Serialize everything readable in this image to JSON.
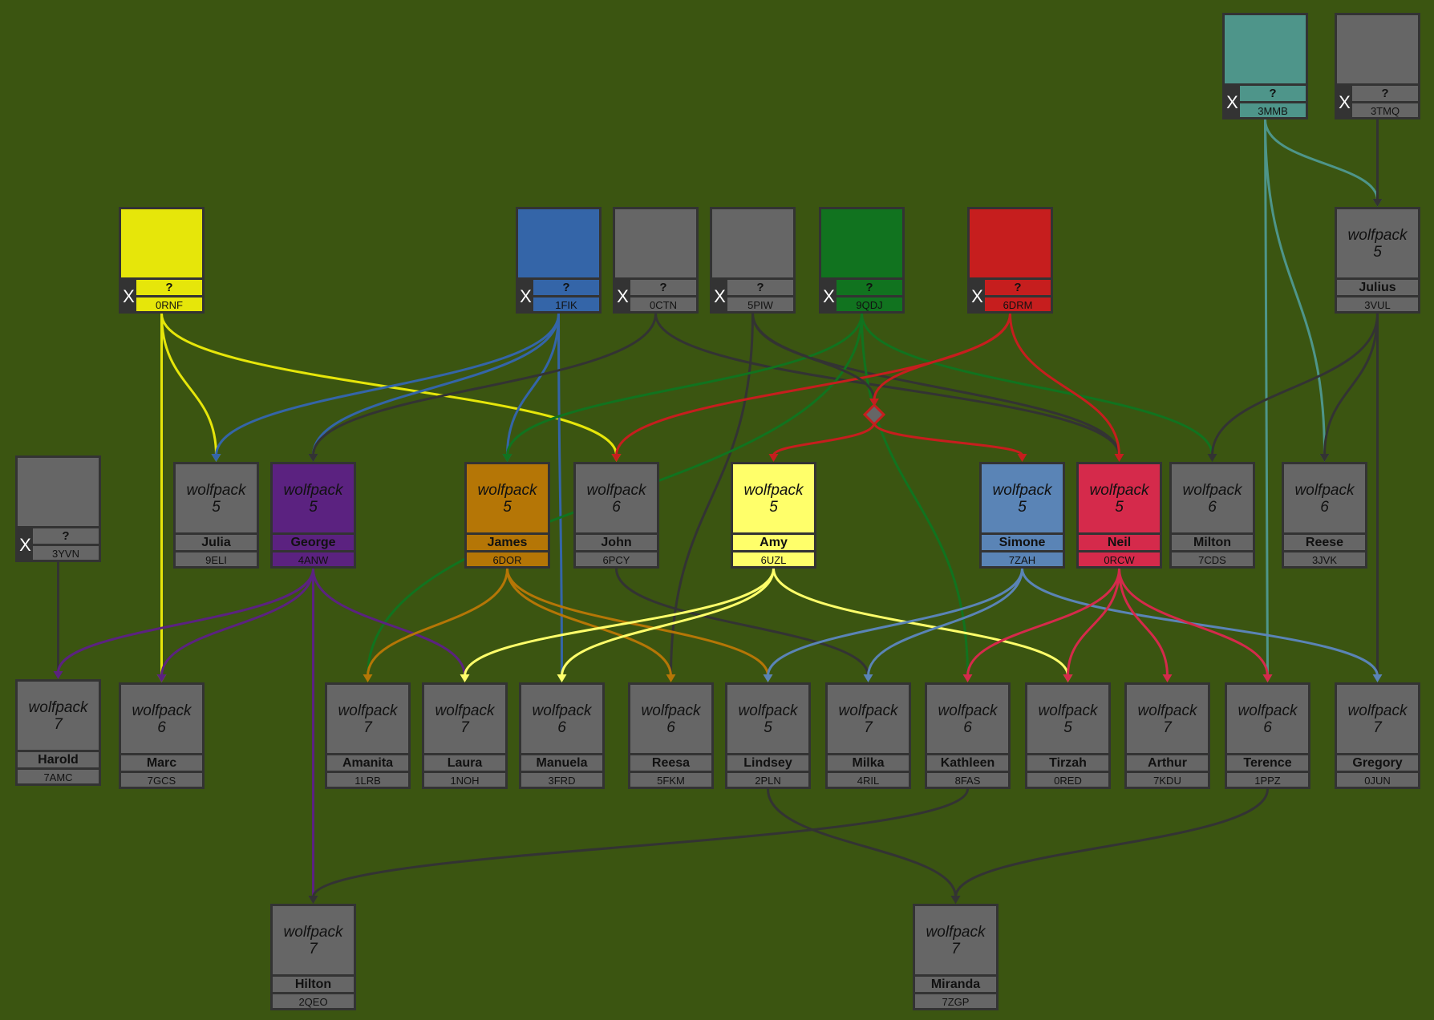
{
  "nodes": [
    {
      "id": "3MMB",
      "name": "?",
      "unknown": true,
      "color": "#4e958a"
    },
    {
      "id": "3TMQ",
      "name": "?",
      "unknown": true,
      "color": "#666666"
    },
    {
      "id": "0RNF",
      "name": "?",
      "unknown": true,
      "color": "#e6e60a"
    },
    {
      "id": "1FIK",
      "name": "?",
      "unknown": true,
      "color": "#3465a8"
    },
    {
      "id": "0CTN",
      "name": "?",
      "unknown": true,
      "color": "#666666"
    },
    {
      "id": "5PIW",
      "name": "?",
      "unknown": true,
      "color": "#666666"
    },
    {
      "id": "9QDJ",
      "name": "?",
      "unknown": true,
      "color": "#11731f"
    },
    {
      "id": "6DRM",
      "name": "?",
      "unknown": true,
      "color": "#c61e1e"
    },
    {
      "id": "3VUL",
      "name": "Julius",
      "group": "wolfpack",
      "gen": "5",
      "color": "#666666"
    },
    {
      "id": "3YVN",
      "name": "?",
      "unknown": true,
      "color": "#666666"
    },
    {
      "id": "9ELI",
      "name": "Julia",
      "group": "wolfpack",
      "gen": "5",
      "color": "#666666"
    },
    {
      "id": "4ANW",
      "name": "George",
      "group": "wolfpack",
      "gen": "5",
      "color": "#5b2280"
    },
    {
      "id": "6DOR",
      "name": "James",
      "group": "wolfpack",
      "gen": "5",
      "color": "#b57606"
    },
    {
      "id": "6PCY",
      "name": "John",
      "group": "wolfpack",
      "gen": "6",
      "color": "#666666"
    },
    {
      "id": "6UZL",
      "name": "Amy",
      "group": "wolfpack",
      "gen": "5",
      "color": "#ffff6a"
    },
    {
      "id": "7ZAH",
      "name": "Simone",
      "group": "wolfpack",
      "gen": "5",
      "color": "#5a84b6"
    },
    {
      "id": "0RCW",
      "name": "Neil",
      "group": "wolfpack",
      "gen": "5",
      "color": "#d52a4b"
    },
    {
      "id": "7CDS",
      "name": "Milton",
      "group": "wolfpack",
      "gen": "6",
      "color": "#666666"
    },
    {
      "id": "3JVK",
      "name": "Reese",
      "group": "wolfpack",
      "gen": "6",
      "color": "#666666"
    },
    {
      "id": "7AMC",
      "name": "Harold",
      "group": "wolfpack",
      "gen": "7",
      "color": "#666666"
    },
    {
      "id": "7GCS",
      "name": "Marc",
      "group": "wolfpack",
      "gen": "6",
      "color": "#666666"
    },
    {
      "id": "1LRB",
      "name": "Amanita",
      "group": "wolfpack",
      "gen": "7",
      "color": "#666666"
    },
    {
      "id": "1NOH",
      "name": "Laura",
      "group": "wolfpack",
      "gen": "7",
      "color": "#666666"
    },
    {
      "id": "3FRD",
      "name": "Manuela",
      "group": "wolfpack",
      "gen": "6",
      "color": "#666666"
    },
    {
      "id": "5FKM",
      "name": "Reesa",
      "group": "wolfpack",
      "gen": "6",
      "color": "#666666"
    },
    {
      "id": "2PLN",
      "name": "Lindsey",
      "group": "wolfpack",
      "gen": "5",
      "color": "#666666"
    },
    {
      "id": "4RIL",
      "name": "Milka",
      "group": "wolfpack",
      "gen": "7",
      "color": "#666666"
    },
    {
      "id": "8FAS",
      "name": "Kathleen",
      "group": "wolfpack",
      "gen": "6",
      "color": "#666666"
    },
    {
      "id": "0RED",
      "name": "Tirzah",
      "group": "wolfpack",
      "gen": "5",
      "color": "#666666"
    },
    {
      "id": "7KDU",
      "name": "Arthur",
      "group": "wolfpack",
      "gen": "7",
      "color": "#666666"
    },
    {
      "id": "1PPZ",
      "name": "Terence",
      "group": "wolfpack",
      "gen": "6",
      "color": "#666666"
    },
    {
      "id": "0JUN",
      "name": "Gregory",
      "group": "wolfpack",
      "gen": "7",
      "color": "#666666"
    },
    {
      "id": "2QEO",
      "name": "Hilton",
      "group": "wolfpack",
      "gen": "7",
      "color": "#666666"
    },
    {
      "id": "7ZGP",
      "name": "Miranda",
      "group": "wolfpack",
      "gen": "7",
      "color": "#666666"
    }
  ],
  "edges": [
    {
      "from": "3MMB",
      "to": "3VUL"
    },
    {
      "from": "3MMB",
      "to": "3JVK"
    },
    {
      "from": "3MMB",
      "to": "1PPZ"
    },
    {
      "from": "3TMQ",
      "to": "3VUL"
    },
    {
      "from": "0RNF",
      "to": "9ELI"
    },
    {
      "from": "0RNF",
      "to": "7GCS"
    },
    {
      "from": "0RNF",
      "to": "6PCY"
    },
    {
      "from": "1FIK",
      "to": "9ELI"
    },
    {
      "from": "1FIK",
      "to": "4ANW"
    },
    {
      "from": "1FIK",
      "to": "6DOR"
    },
    {
      "from": "1FIK",
      "to": "3FRD"
    },
    {
      "from": "0CTN",
      "to": "4ANW"
    },
    {
      "from": "0CTN",
      "to": "0RCW"
    },
    {
      "from": "5PIW",
      "to": "5FKM"
    },
    {
      "from": "5PIW",
      "to": "0RCW"
    },
    {
      "from": "9QDJ",
      "to": "6DOR"
    },
    {
      "from": "9QDJ",
      "to": "1LRB"
    },
    {
      "from": "9QDJ",
      "to": "7CDS"
    },
    {
      "from": "9QDJ",
      "to": "8FAS"
    },
    {
      "from": "6DRM",
      "to": "6PCY"
    },
    {
      "from": "6DRM",
      "to": "0RCW"
    },
    {
      "from": "3VUL",
      "to": "7CDS"
    },
    {
      "from": "3VUL",
      "to": "3JVK"
    },
    {
      "from": "3VUL",
      "to": "0JUN"
    },
    {
      "from": "3YVN",
      "to": "7AMC"
    },
    {
      "from": "4ANW",
      "to": "7AMC"
    },
    {
      "from": "4ANW",
      "to": "7GCS"
    },
    {
      "from": "4ANW",
      "to": "1NOH"
    },
    {
      "from": "4ANW",
      "to": "2QEO"
    },
    {
      "from": "6DOR",
      "to": "1LRB"
    },
    {
      "from": "6DOR",
      "to": "5FKM"
    },
    {
      "from": "6DOR",
      "to": "2PLN"
    },
    {
      "from": "6PCY",
      "to": "4RIL"
    },
    {
      "from": "6UZL",
      "to": "1NOH"
    },
    {
      "from": "6UZL",
      "to": "3FRD"
    },
    {
      "from": "6UZL",
      "to": "0RED"
    },
    {
      "from": "7ZAH",
      "to": "2PLN"
    },
    {
      "from": "7ZAH",
      "to": "4RIL"
    },
    {
      "from": "7ZAH",
      "to": "0JUN"
    },
    {
      "from": "0RCW",
      "to": "8FAS"
    },
    {
      "from": "0RCW",
      "to": "0RED"
    },
    {
      "from": "0RCW",
      "to": "1PPZ"
    },
    {
      "from": "0RCW",
      "to": "7KDU"
    },
    {
      "from": "2PLN",
      "to": "7ZGP"
    },
    {
      "from": "8FAS",
      "to": "2QEO"
    },
    {
      "from": "1PPZ",
      "to": "7ZGP"
    },
    {
      "from": "5PIW",
      "to": "D1"
    },
    {
      "from": "6DRM",
      "to": "D1"
    },
    {
      "from": "D1",
      "to": "6UZL"
    },
    {
      "from": "D1",
      "to": "7ZAH"
    }
  ]
}
